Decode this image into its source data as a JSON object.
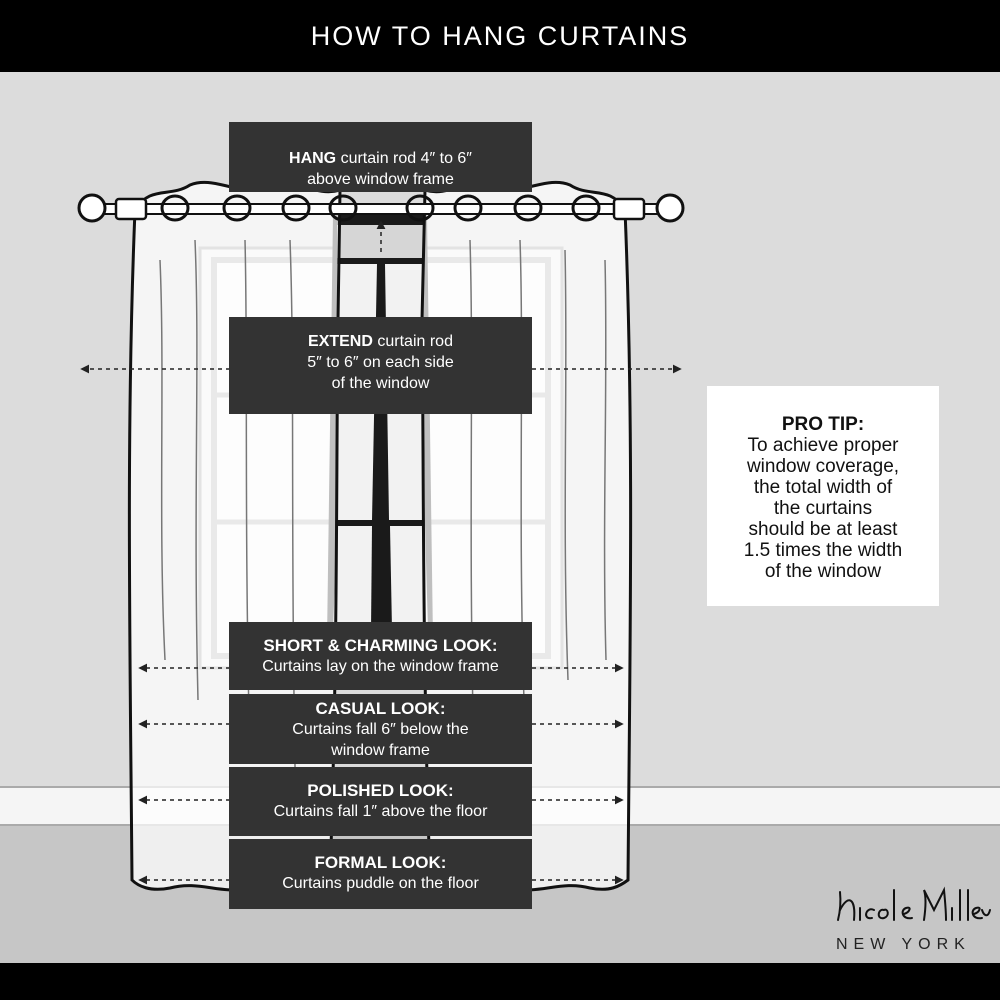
{
  "header": {
    "title": "HOW TO HANG CURTAINS"
  },
  "hang": {
    "strong": "HANG",
    "line1_rest": " curtain rod 4″ to 6″",
    "line2": "above window frame"
  },
  "extend": {
    "strong": "EXTEND",
    "line1_rest": " curtain rod",
    "line2": "5″ to 6″ on each side",
    "line3": "of the window"
  },
  "looks": [
    {
      "title": "SHORT & CHARMING LOOK:",
      "line1": "Curtains lay on the window frame",
      "line2": ""
    },
    {
      "title": "CASUAL LOOK:",
      "line1": "Curtains fall 6″ below the",
      "line2": "window frame"
    },
    {
      "title": "POLISHED LOOK:",
      "line1": "Curtains fall 1″ above the floor",
      "line2": ""
    },
    {
      "title": "FORMAL LOOK:",
      "line1": "Curtains puddle on the floor",
      "line2": ""
    }
  ],
  "pro_tip": {
    "title": "PRO TIP:",
    "lines": [
      "To achieve proper",
      "window coverage,",
      "the total width of",
      "the curtains",
      "should be at least",
      "1.5 times the width",
      "of the window"
    ]
  },
  "brand": {
    "signature": "Nicole Miller",
    "subtitle": "NEW YORK"
  },
  "colors": {
    "background": "#000000",
    "wall": "#dcdcdc",
    "floor": "#c6c6c6",
    "label_box": "#333333",
    "tip_box": "#ffffff"
  }
}
